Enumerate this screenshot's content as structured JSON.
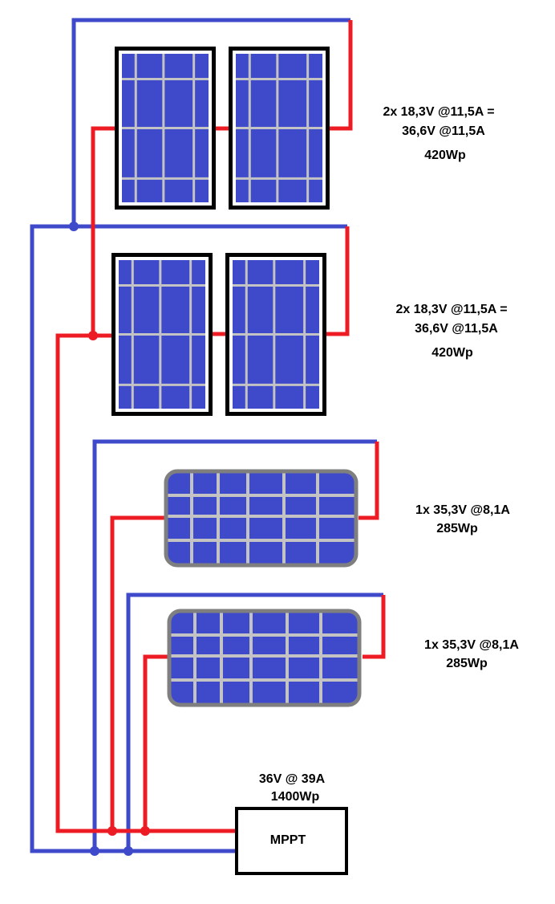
{
  "strings": [
    {
      "lines": [
        "2x 18,3V @11,5A =",
        "36,6V @11,5A",
        "420Wp"
      ]
    },
    {
      "lines": [
        "2x 18,3V @11,5A =",
        "36,6V @11,5A",
        "420Wp"
      ]
    },
    {
      "lines": [
        "1x 35,3V @8,1A",
        "285Wp"
      ]
    },
    {
      "lines": [
        "1x 35,3V @8,1A",
        "285Wp"
      ]
    }
  ],
  "mppt": {
    "label": "MPPT",
    "rating_lines": [
      "36V @ 39A",
      "1400Wp"
    ]
  },
  "colors": {
    "negative_wire": "#3f4acb",
    "positive_wire": "#ed1c24",
    "cell": "#3f4acb",
    "grid": "#c3c3c3",
    "frame_black": "#000000",
    "frame_gray": "#7f7f7f"
  }
}
